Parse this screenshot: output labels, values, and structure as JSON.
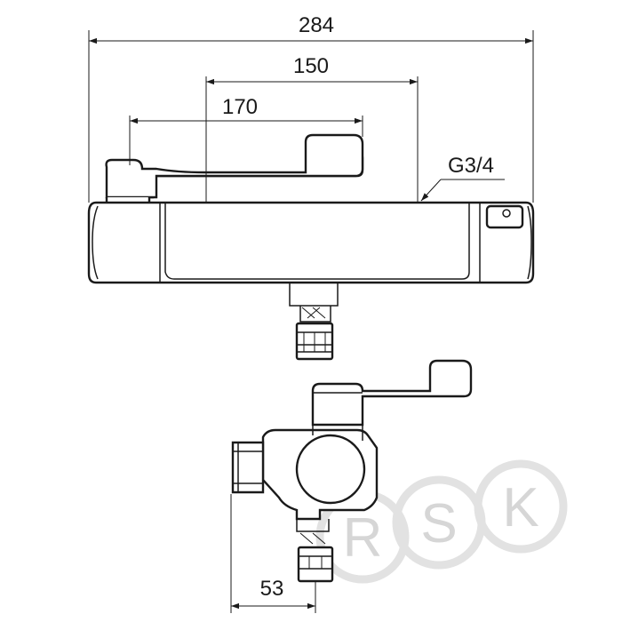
{
  "dimensions": {
    "overall_width": "284",
    "dim_150": "150",
    "dim_170": "170",
    "thread": "G3/4",
    "depth": "53"
  },
  "watermark": {
    "letters": [
      "R",
      "S",
      "K"
    ]
  },
  "colors": {
    "line": "#1a1a1a",
    "watermark": "#d9d9d9",
    "background": "#ffffff"
  }
}
